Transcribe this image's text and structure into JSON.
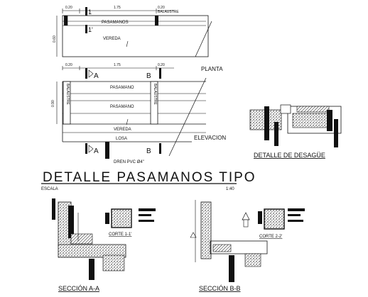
{
  "title": "DETALLE PASAMANOS TIPO",
  "escala_label": "ESCALA",
  "escala_value": "1:40",
  "planta": {
    "label": "PLANTA",
    "dim_left": "0.20",
    "dim_span": "1.75",
    "dim_right": "0.20",
    "dim_height": "0.60",
    "balaustre": "BALAUSTRE",
    "pasamanos": "PASAMANOS",
    "vereda": "VEREDA",
    "marker_1": "1",
    "marker_1p": "1'"
  },
  "elevacion": {
    "label": "ELEVACION",
    "dim_left": "0.20",
    "dim_span": "1.75",
    "dim_right": "0.20",
    "dim_height": "0.90",
    "balaustre": "BALAUSTRE",
    "pasamano_top": "PASAMANO",
    "pasamano_mid": "PASAMANO",
    "vereda": "VEREDA",
    "losa": "LOSA",
    "dren": "DREN PVC Ø4\"",
    "marker_a": "A",
    "marker_b": "B"
  },
  "desague": {
    "label": "DETALLE DE DESAGÜE"
  },
  "seccion_a": {
    "label": "SECCIÓN A-A",
    "corte": "CORTE 1-1'"
  },
  "seccion_b": {
    "label": "SECCIÓN B-B",
    "corte": "CORTE 2-2'"
  }
}
